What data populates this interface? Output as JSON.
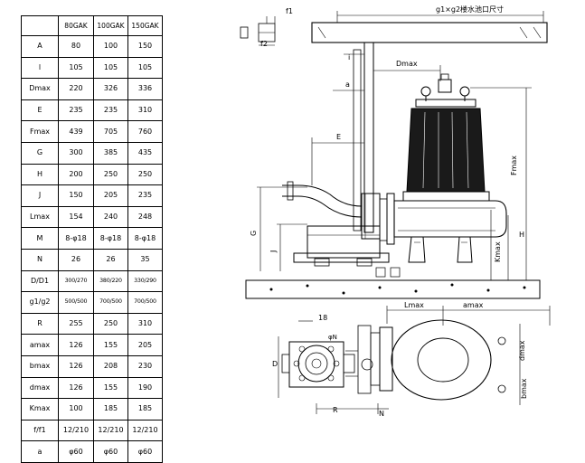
{
  "table": {
    "headers": [
      "",
      "80GAK",
      "100GAK",
      "150GAK"
    ],
    "rows": [
      {
        "label": "A",
        "values": [
          "80",
          "100",
          "150"
        ]
      },
      {
        "label": "l",
        "values": [
          "105",
          "105",
          "105"
        ]
      },
      {
        "label": "Dmax",
        "values": [
          "220",
          "326",
          "336"
        ]
      },
      {
        "label": "E",
        "values": [
          "235",
          "235",
          "310"
        ]
      },
      {
        "label": "Fmax",
        "values": [
          "439",
          "705",
          "760"
        ]
      },
      {
        "label": "G",
        "values": [
          "300",
          "385",
          "435"
        ]
      },
      {
        "label": "H",
        "values": [
          "200",
          "250",
          "250"
        ]
      },
      {
        "label": "J",
        "values": [
          "150",
          "205",
          "235"
        ]
      },
      {
        "label": "Lmax",
        "values": [
          "154",
          "240",
          "248"
        ]
      },
      {
        "label": "M",
        "values": [
          "8-φ18",
          "8-φ18",
          "8-φ18"
        ]
      },
      {
        "label": "N",
        "values": [
          "26",
          "26",
          "35"
        ]
      },
      {
        "label": "D/D1",
        "values": [
          "300/270",
          "380/220",
          "330/290"
        ]
      },
      {
        "label": "g1/g2",
        "values": [
          "500/500",
          "700/500",
          "700/500"
        ]
      },
      {
        "label": "R",
        "values": [
          "255",
          "250",
          "310"
        ]
      },
      {
        "label": "amax",
        "values": [
          "126",
          "155",
          "205"
        ]
      },
      {
        "label": "bmax",
        "values": [
          "126",
          "208",
          "230"
        ]
      },
      {
        "label": "dmax",
        "values": [
          "126",
          "155",
          "190"
        ]
      },
      {
        "label": "Kmax",
        "values": [
          "100",
          "185",
          "185"
        ]
      },
      {
        "label": "f/f1",
        "values": [
          "12/210",
          "12/210",
          "12/210"
        ]
      },
      {
        "label": "a",
        "values": [
          "φ60",
          "φ60",
          "φ60"
        ]
      }
    ]
  },
  "drawing": {
    "top_dim": "g1×g2楼水池口尺寸",
    "f1": "f1",
    "f2": "f2",
    "i": "i",
    "dmax": "Dmax",
    "a": "a",
    "e": "E",
    "fmax": "Fmax",
    "g": "G",
    "j": "J",
    "kmax": "Kmax",
    "h": "H",
    "lmax": "Lmax",
    "amax": "amax",
    "dmax_plan": "dmax",
    "bmax": "bmax",
    "n18": "18",
    "phi_n": "φN",
    "d_plan": "D",
    "r": "R",
    "n": "N",
    "colors": {
      "line": "#000000",
      "background": "#ffffff"
    }
  }
}
